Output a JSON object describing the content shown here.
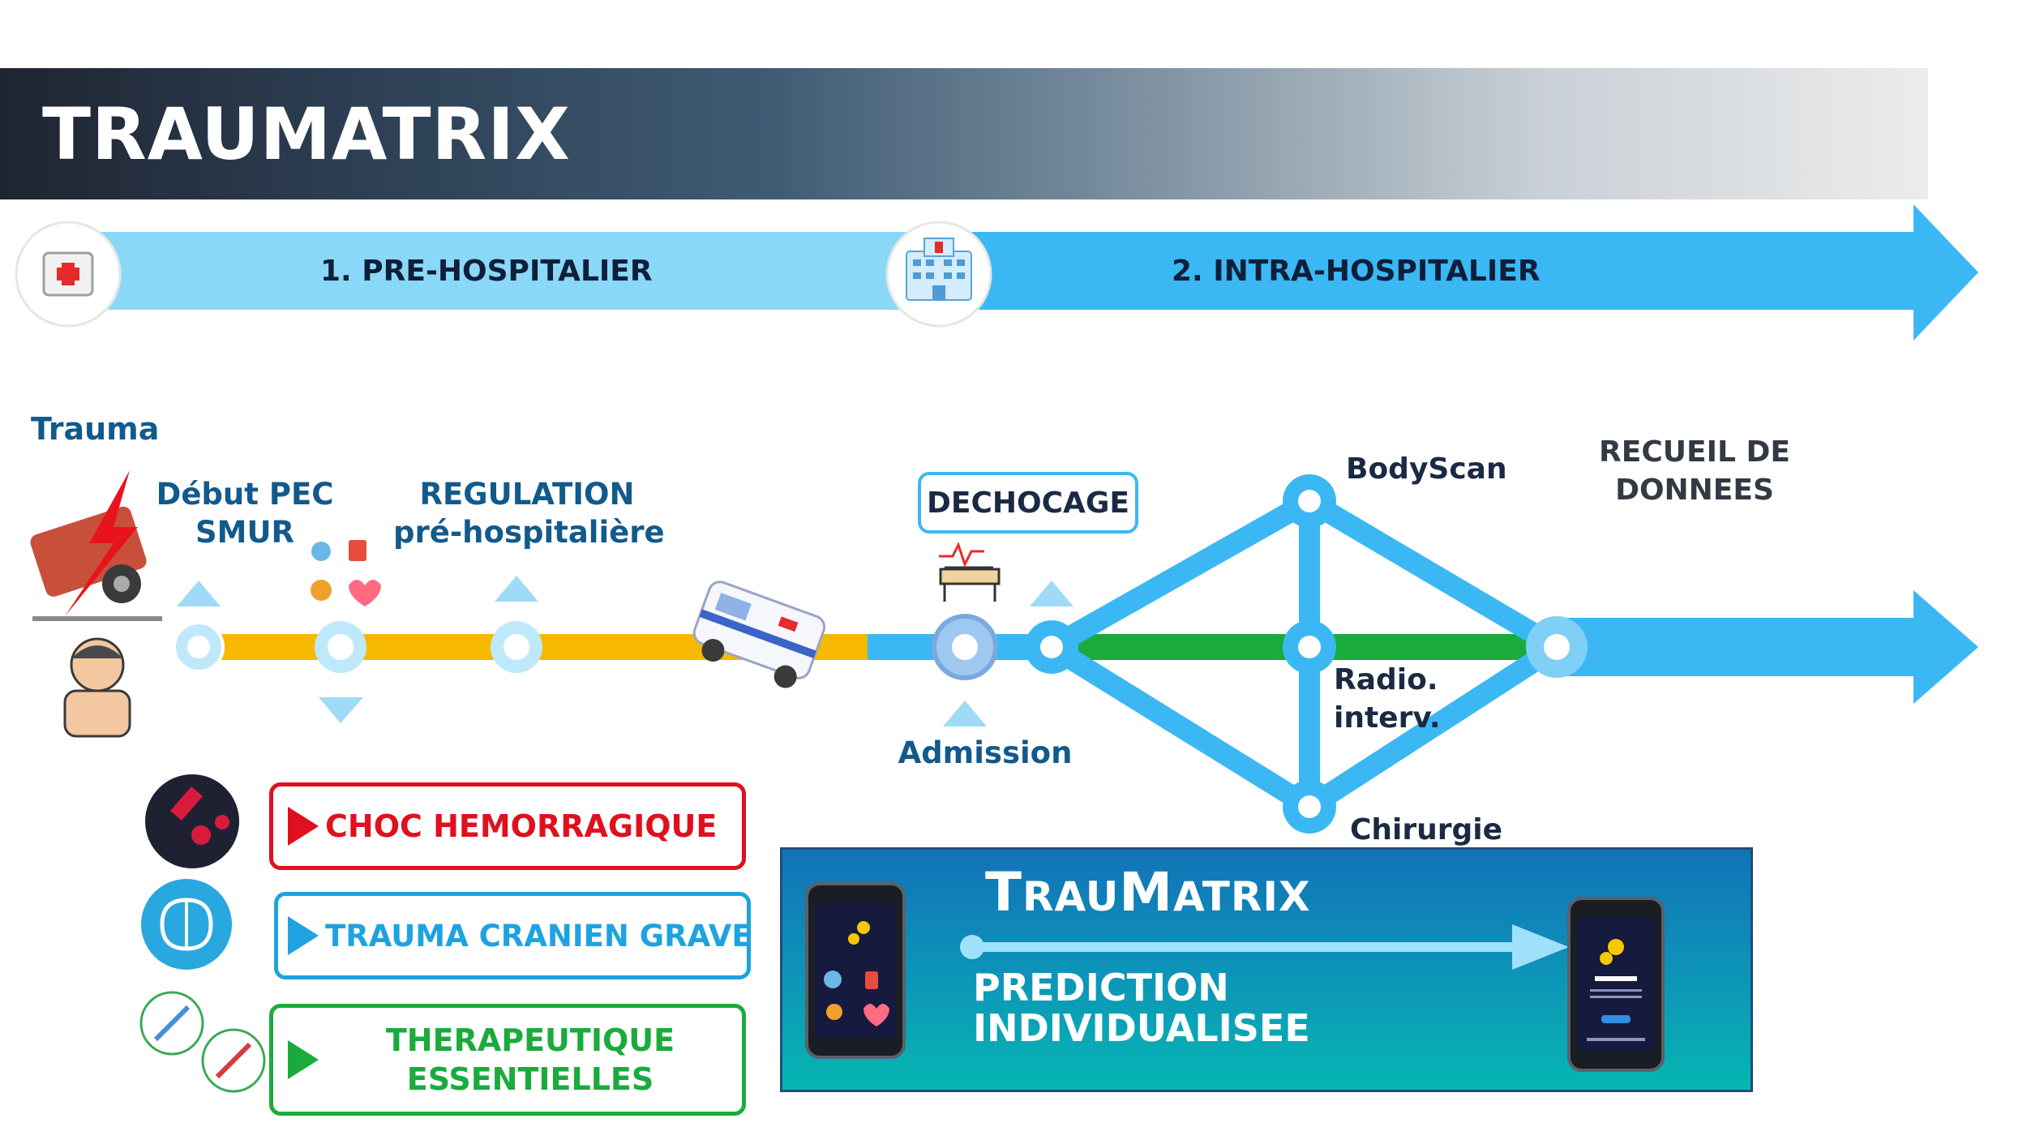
{
  "title": "TRAUMATRIX",
  "phases": [
    {
      "label": "1. PRE-HOSPITALIER",
      "icon": "first-aid-kit-icon"
    },
    {
      "label": "2. INTRA-HOSPITALIER",
      "icon": "hospital-icon"
    }
  ],
  "timeline": {
    "trauma": "Trauma",
    "debut_pec": [
      "Début PEC",
      "SMUR"
    ],
    "regulation": [
      "REGULATION",
      "pré-hospitalière"
    ],
    "dechocage": "DECHOCAGE",
    "admission": "Admission",
    "bodyscan": "BodyScan",
    "radio": [
      "Radio.",
      "interv."
    ],
    "chirurgie": "Chirurgie",
    "recueil": [
      "RECUEIL DE",
      "DONNEES"
    ]
  },
  "categories": [
    {
      "label": "CHOC HEMORRAGIQUE",
      "color": "#e0101e"
    },
    {
      "label": "TRAUMA CRANIEN GRAVE",
      "color": "#1ea3e0"
    },
    {
      "label": [
        "THERAPEUTIQUE",
        "ESSENTIELLES"
      ],
      "color": "#1bab3c"
    }
  ],
  "traumatrix_panel": {
    "title_first_T": "T",
    "title_rau": "RAU",
    "title_M": "M",
    "title_atrix": "ATRIX",
    "subtitle": [
      "PREDICTION",
      "INDIVIDUALISEE"
    ]
  },
  "colors": {
    "pre_hospital_arrow": "#8ad8f8",
    "intra_hospital_arrow": "#3bb8f4",
    "yellow_track": "#f7b800",
    "green_track": "#1bab3c",
    "blue_track": "#3bb8f4"
  }
}
